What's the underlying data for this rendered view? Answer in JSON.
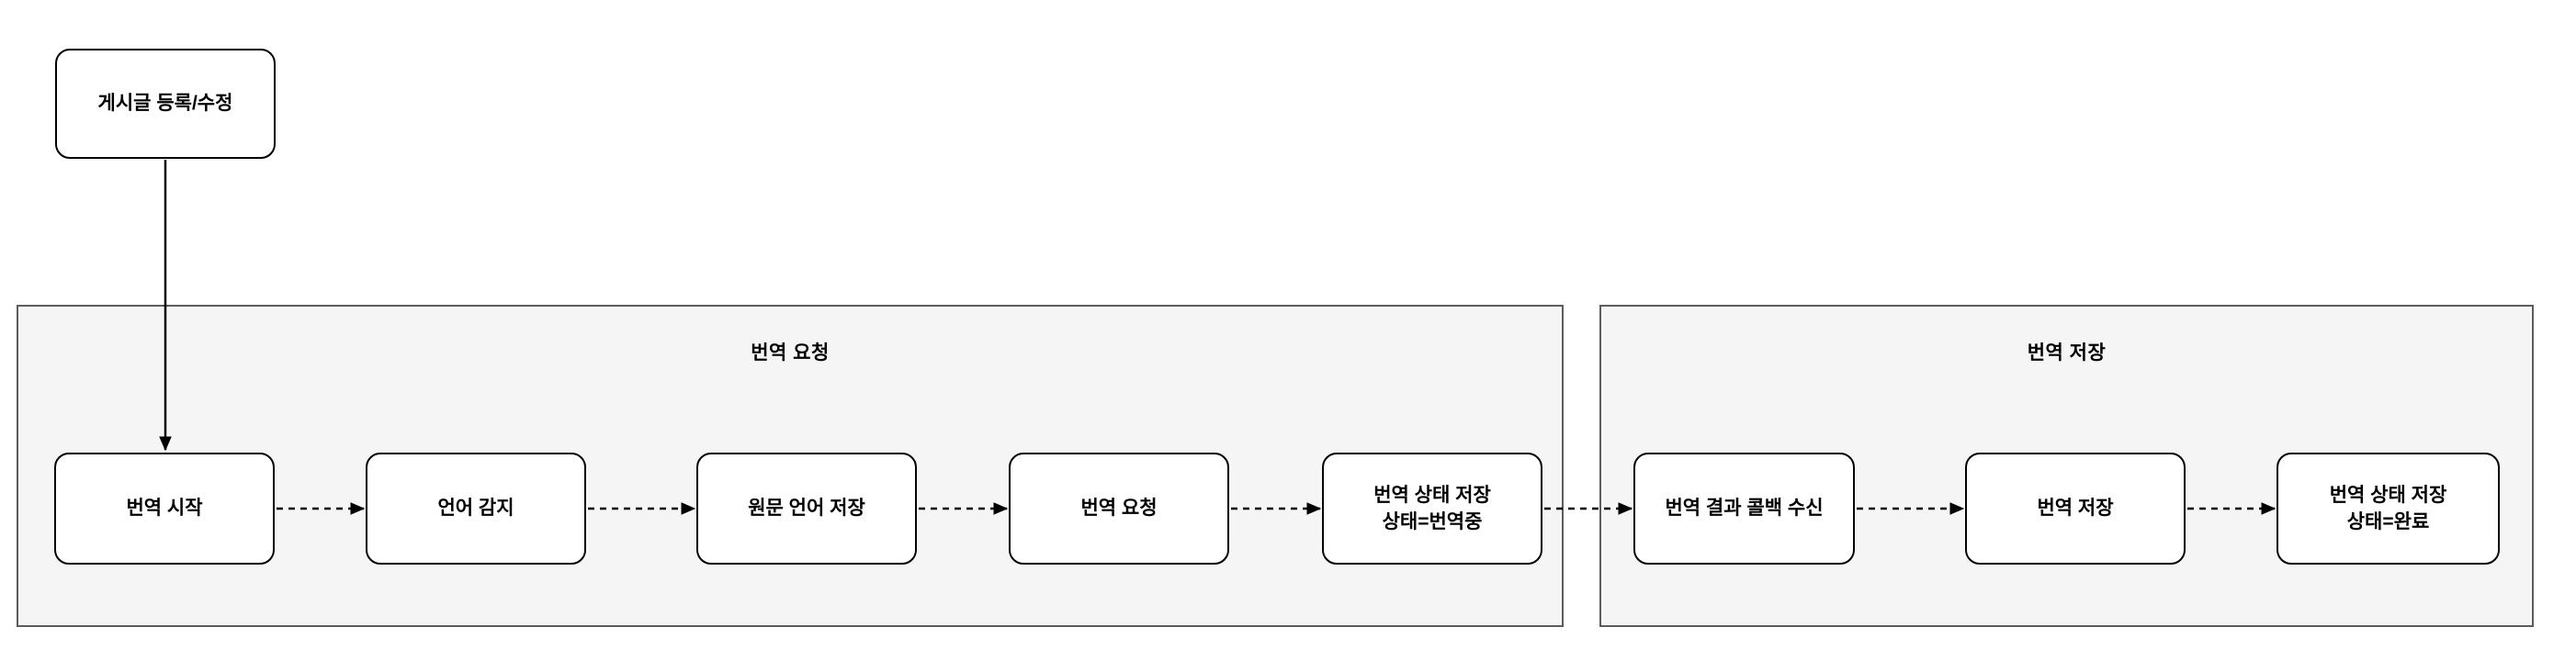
{
  "diagram": {
    "start_node": {
      "label": "게시글 등록/수정"
    },
    "groups": [
      {
        "title": "번역 요청",
        "steps": [
          "번역 시작",
          "언어 감지",
          "원문 언어 저장",
          "번역 요청",
          "번역 상태 저장\n상태=번역중"
        ]
      },
      {
        "title": "번역 저장",
        "steps": [
          "번역 결과 콜백 수신",
          "번역 저장",
          "번역 상태 저장\n상태=완료"
        ]
      }
    ],
    "colors": {
      "group_fill": "#f5f5f5",
      "group_border": "#5c5c5c",
      "node_fill": "#ffffff",
      "node_border": "#000000",
      "text": "#000000",
      "connector": "#000000"
    }
  }
}
